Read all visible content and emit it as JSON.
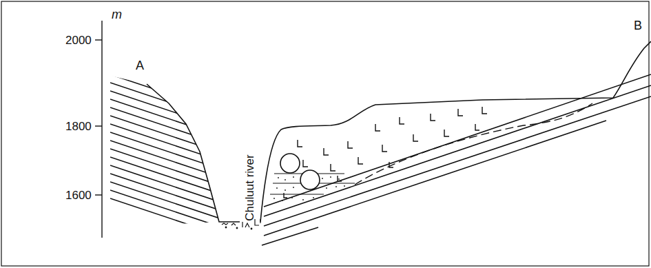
{
  "diagram": {
    "labels": [
      "m",
      "2000",
      "1800",
      "1600",
      "A",
      "Chuluut river",
      "B"
    ]
  }
}
